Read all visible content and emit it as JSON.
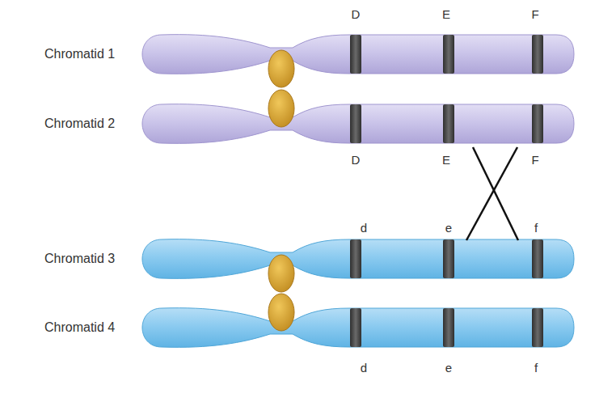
{
  "diagram": {
    "labels": [
      "Chromatid 1",
      "Chromatid 2",
      "Chromatid 3",
      "Chromatid 4",
      "D",
      "E",
      "F",
      "D",
      "E",
      "F",
      "d",
      "e",
      "f",
      "d",
      "e",
      "f"
    ]
  }
}
